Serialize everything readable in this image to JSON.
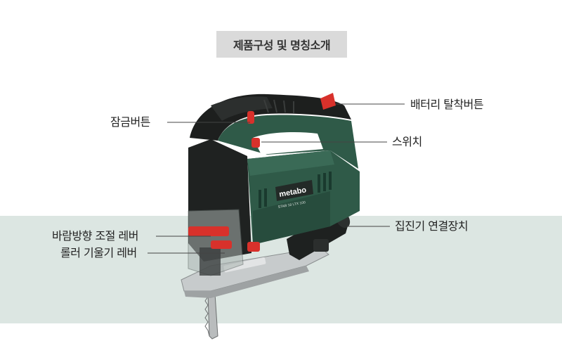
{
  "title": "제품구성 및 명칭소개",
  "brand": {
    "logo_text": "metabo",
    "model_text": "STAB 18 LTX 100"
  },
  "callouts": [
    {
      "id": "lock-button",
      "label": "잠금버튼"
    },
    {
      "id": "battery-release-button",
      "label": "배터리 탈착버튼"
    },
    {
      "id": "switch",
      "label": "스위치"
    },
    {
      "id": "pendulum-lever",
      "label": "바람방향 조절 레버"
    },
    {
      "id": "roller-tilt-lever",
      "label": "롤러 기울기 레버"
    },
    {
      "id": "dust-extractor",
      "label": "집진기 연결장치"
    }
  ],
  "colors": {
    "band": "#dce6e2",
    "title_box": "#dadada",
    "body_green": "#2f5a48",
    "grip_black": "#1d1f1e",
    "accent_red": "#d8312b",
    "base_silver": "#c7cbcc"
  }
}
